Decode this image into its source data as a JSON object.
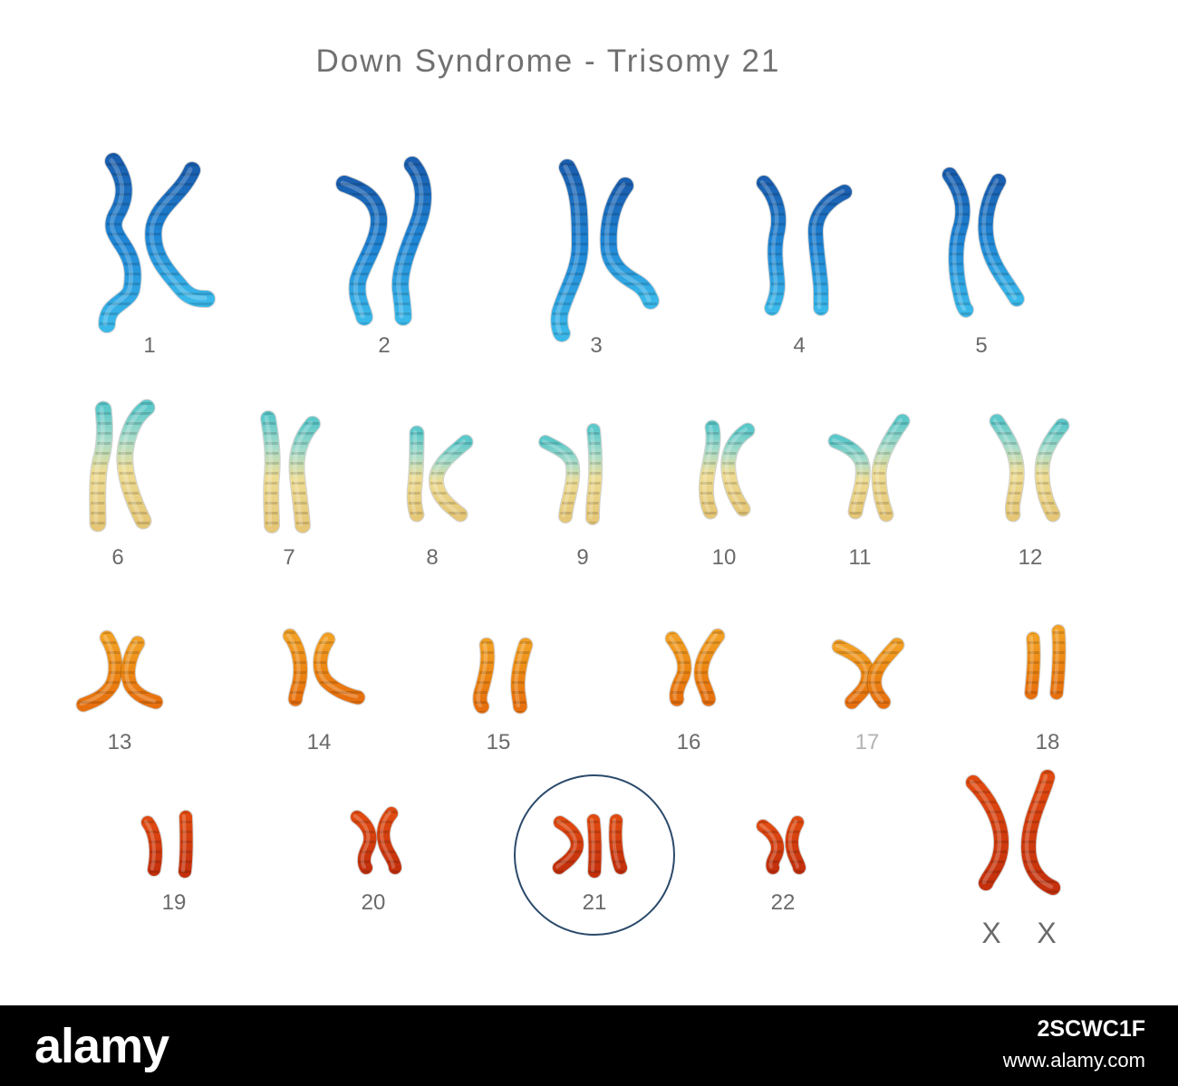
{
  "title": "Down Syndrome - Trisomy 21",
  "pairs": [
    "1",
    "2",
    "3",
    "4",
    "5",
    "6",
    "7",
    "8",
    "9",
    "10",
    "11",
    "12",
    "13",
    "14",
    "15",
    "16",
    "17",
    "18",
    "19",
    "20",
    "21",
    "22"
  ],
  "sex_chromosomes": [
    "X",
    "X"
  ],
  "colors": {
    "blue": "#1e7ed3",
    "pale_teal": "#7fd4d0",
    "pale_yellow": "#e9d892",
    "orange": "#ef8a14",
    "red": "#d8380e",
    "circle": "#2b4a6b"
  },
  "footer": {
    "logo": "alamy",
    "image_id": "2SCWC1F",
    "url": "www.alamy.com"
  }
}
